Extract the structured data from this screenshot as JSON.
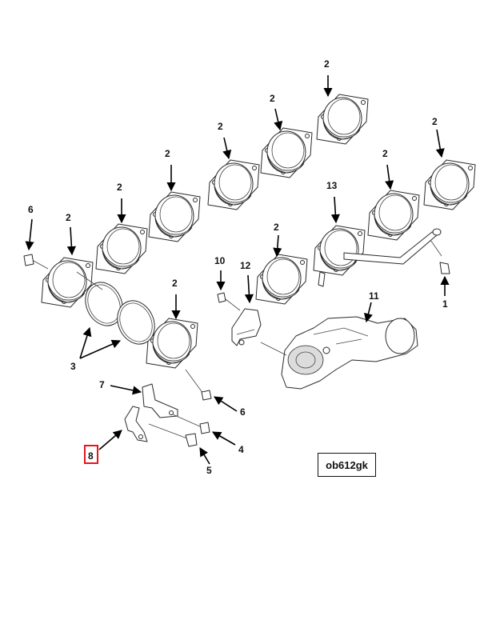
{
  "diagram": {
    "reference_code": "ob612gk",
    "highlighted_callout": "8",
    "highlight_color": "#e8141c",
    "callouts": [
      {
        "id": "c2a",
        "label": "2"
      },
      {
        "id": "c2b",
        "label": "2"
      },
      {
        "id": "c2c",
        "label": "2"
      },
      {
        "id": "c2d",
        "label": "2"
      },
      {
        "id": "c2e",
        "label": "2"
      },
      {
        "id": "c2f",
        "label": "2"
      },
      {
        "id": "c2g",
        "label": "2"
      },
      {
        "id": "c2h",
        "label": "2"
      },
      {
        "id": "c2i",
        "label": "2"
      },
      {
        "id": "c2j",
        "label": "2"
      },
      {
        "id": "c2k",
        "label": "2"
      },
      {
        "id": "c1",
        "label": "1"
      },
      {
        "id": "c3",
        "label": "3"
      },
      {
        "id": "c4",
        "label": "4"
      },
      {
        "id": "c5",
        "label": "5"
      },
      {
        "id": "c6a",
        "label": "6"
      },
      {
        "id": "c6b",
        "label": "6"
      },
      {
        "id": "c7",
        "label": "7"
      },
      {
        "id": "c8",
        "label": "8"
      },
      {
        "id": "c10",
        "label": "10"
      },
      {
        "id": "c11",
        "label": "11"
      },
      {
        "id": "c12",
        "label": "12"
      },
      {
        "id": "c13",
        "label": "13"
      }
    ]
  }
}
